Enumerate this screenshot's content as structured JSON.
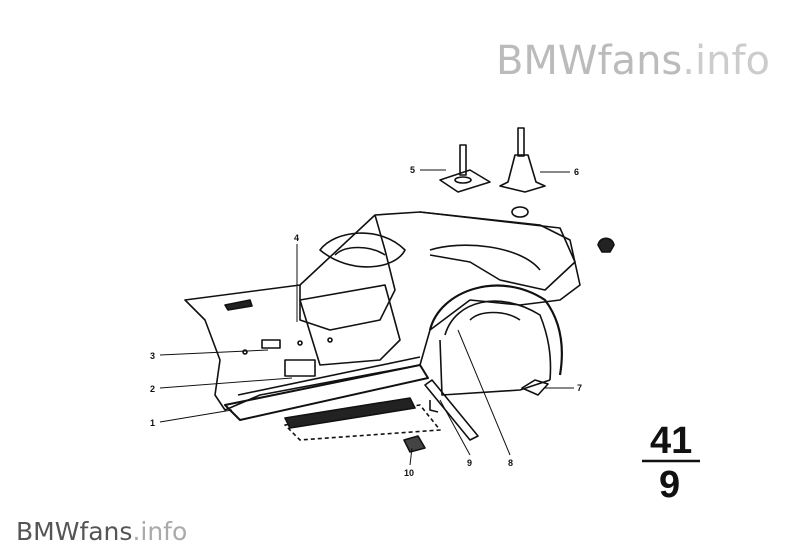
{
  "watermark": {
    "top_brand": "BMWfans",
    "top_tld": ".info",
    "bottom_brand": "BMWfans",
    "bottom_tld": ".info"
  },
  "diagram": {
    "group_number": "41",
    "sub_group": "9",
    "callouts": [
      "1",
      "2",
      "3",
      "4",
      "5",
      "6",
      "7",
      "8",
      "9",
      "10"
    ]
  }
}
